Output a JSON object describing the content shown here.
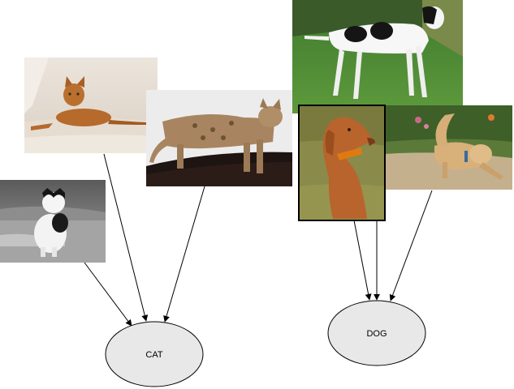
{
  "nodes": {
    "cat": {
      "label": "CAT"
    },
    "dog": {
      "label": "DOG"
    }
  },
  "photos": [
    {
      "id": "photo-abyssinian-cat",
      "subject": "cat",
      "icon": "cat-photo-icon"
    },
    {
      "id": "photo-spotted-cat",
      "subject": "cat",
      "icon": "cat-photo-icon"
    },
    {
      "id": "photo-bw-cat",
      "subject": "cat",
      "icon": "cat-photo-icon"
    },
    {
      "id": "photo-pointer-dog",
      "subject": "dog",
      "icon": "dog-photo-icon"
    },
    {
      "id": "photo-vizsla-dog",
      "subject": "dog",
      "icon": "dog-photo-icon"
    },
    {
      "id": "photo-golden-dog",
      "subject": "dog",
      "icon": "dog-photo-icon"
    }
  ],
  "colors": {
    "node_fill": "#e8e8e8",
    "stroke": "#000000"
  }
}
